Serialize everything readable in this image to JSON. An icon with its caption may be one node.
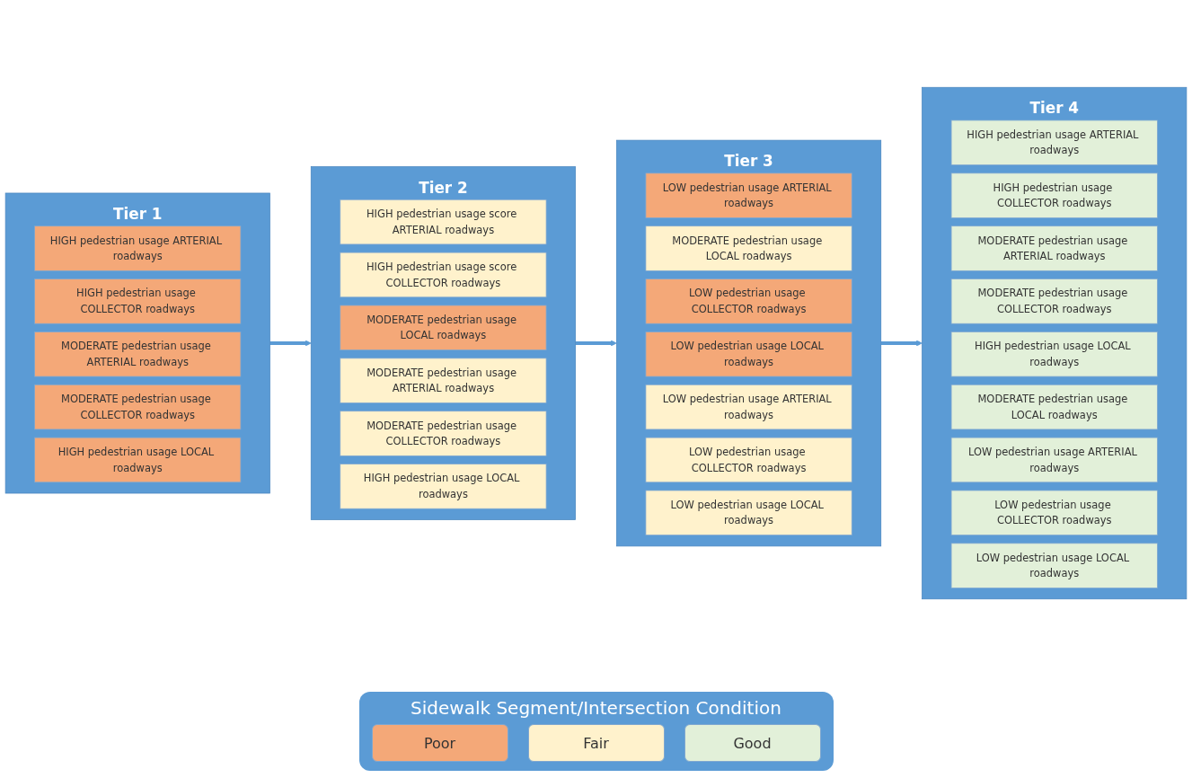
{
  "diagram": {
    "nodes": [
      {
        "text": [
          "Tier 1"
        ]
      },
      {
        "text": [
          "HIGH pedestrian usage ARTERIAL roadways"
        ],
        "in": 0
      },
      {
        "text": [
          "HIGH pedestrian usage COLLECTOR roadways"
        ],
        "in": 0
      },
      {
        "text": [
          "MODERATE pedestrian usage ARTERIAL roadways"
        ],
        "in": 0
      },
      {
        "text": [
          "MODERATE pedestrian usage COLLECTOR roadways"
        ],
        "in": 0
      },
      {
        "text": [
          "HIGH pedestrian usage LOCAL roadways"
        ],
        "in": 0
      },
      {
        "text": [
          "Tier 2"
        ]
      },
      {
        "text": [
          "HIGH pedestrian usage score ARTERIAL roadways"
        ],
        "in": 6
      },
      {
        "text": [
          "HIGH pedestrian usage score COLLECTOR roadways"
        ],
        "in": 6
      },
      {
        "text": [
          "MODERATE pedestrian usage LOCAL roadways"
        ],
        "in": 6
      },
      {
        "text": [
          "MODERATE pedestrian usage ARTERIAL roadways"
        ],
        "in": 6
      },
      {
        "text": [
          "MODERATE pedestrian usage COLLECTOR roadways"
        ],
        "in": 6
      },
      {
        "text": [
          "HIGH pedestrian usage LOCAL roadways"
        ],
        "in": 6
      },
      {
        "text": [
          "Tier 3"
        ]
      },
      {
        "text": [
          "LOW pedestrian usage ARTERIAL roadways"
        ],
        "in": 13
      },
      {
        "text": [
          "MODERATE pedestrian usage LOCAL roadways"
        ],
        "in": 13
      },
      {
        "text": [
          "LOW pedestrian usage COLLECTOR roadways"
        ],
        "in": 13
      },
      {
        "text": [
          "LOW pedestrian usage LOCAL roadways"
        ],
        "in": 13
      },
      {
        "text": [
          "LOW pedestrian usage ARTERIAL roadways"
        ],
        "in": 13
      },
      {
        "text": [
          "LOW pedestrian usage COLLECTOR roadways"
        ],
        "in": 13
      },
      {
        "text": [
          "LOW pedestrian usage LOCAL roadways"
        ],
        "in": 13
      },
      {
        "text": [
          "Tier 4"
        ]
      },
      {
        "text": [
          "HIGH pedestrian usage ARTERIAL roadways"
        ],
        "in": 21
      },
      {
        "text": [
          "HIGH pedestrian usage COLLECTOR roadways"
        ],
        "in": 21
      },
      {
        "text": [
          "MODERATE pedestrian usage ARTERIAL roadways"
        ],
        "in": 21
      },
      {
        "text": [
          "MODERATE pedestrian usage COLLECTOR roadways"
        ],
        "in": 21
      },
      {
        "text": [
          "HIGH pedestrian usage LOCAL roadways"
        ],
        "in": 21
      },
      {
        "text": [
          "MODERATE pedestrian usage LOCAL roadways"
        ],
        "in": 21
      },
      {
        "text": [
          "LOW pedestrian usage ARTERIAL roadways"
        ],
        "in": 21
      },
      {
        "text": [
          "LOW pedestrian usage COLLECTOR roadways"
        ],
        "in": 21
      },
      {
        "text": [
          "LOW pedestrian usage LOCAL roadways"
        ],
        "in": 21
      }
    ],
    "edges": [
      {
        "from": 0,
        "to": 6,
        "arrow": "to"
      },
      {
        "from": 6,
        "to": 13,
        "arrow": "to"
      },
      {
        "from": 13,
        "to": 21,
        "arrow": "to"
      }
    ],
    "labels": [
      "Sidewalk Segment/Intersection Condition"
    ],
    "legend": [
      {
        "text": "Poor",
        "color": "#f4a878"
      },
      {
        "text": "Fair",
        "color": "#fff2cc"
      },
      {
        "text": "Good",
        "color": "#e2f0d9"
      }
    ]
  }
}
